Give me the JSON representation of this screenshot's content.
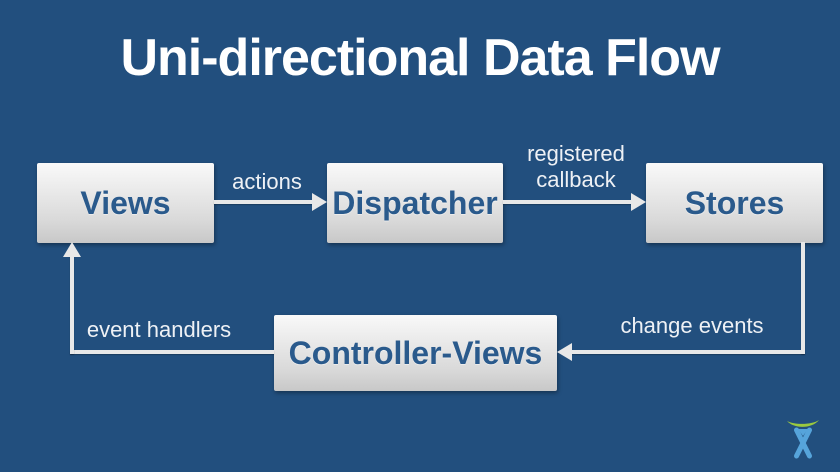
{
  "slide": {
    "title": "Uni-directional Data Flow"
  },
  "diagram": {
    "type": "flow-diagram",
    "nodes": [
      {
        "id": "views",
        "label": "Views"
      },
      {
        "id": "dispatcher",
        "label": "Dispatcher"
      },
      {
        "id": "stores",
        "label": "Stores"
      },
      {
        "id": "controller-views",
        "label": "Controller-Views"
      }
    ],
    "edges": [
      {
        "from": "views",
        "to": "dispatcher",
        "label": "actions"
      },
      {
        "from": "dispatcher",
        "to": "stores",
        "label": "registered\ncallback"
      },
      {
        "from": "stores",
        "to": "controller-views",
        "label": "change events"
      },
      {
        "from": "controller-views",
        "to": "views",
        "label": "event handlers"
      }
    ]
  },
  "logo": {
    "name": "atlassian-logo"
  },
  "colors": {
    "background": "#224f7e",
    "title_text": "#ffffff",
    "node_text": "#2a5a8c",
    "node_fill_top": "#f9f9f9",
    "node_fill_bottom": "#c8c8c8",
    "arrow": "#e8e8e8",
    "edge_label_text": "#eef1f5",
    "logo_green": "#9ac93f",
    "logo_blue": "#56a4db"
  }
}
